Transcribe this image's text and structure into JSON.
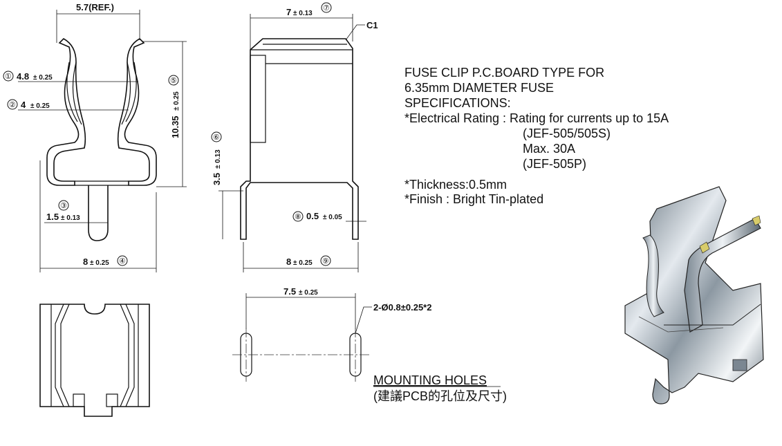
{
  "dimensions": {
    "d1": {
      "num": "①",
      "value": "4.8",
      "tol": "± 0.25"
    },
    "d2": {
      "num": "②",
      "value": "4",
      "tol": "± 0.25"
    },
    "d3": {
      "num": "③",
      "value": "1.5",
      "tol": "± 0.13"
    },
    "d4": {
      "num": "④",
      "value": "8",
      "tol": "± 0.25"
    },
    "d5": {
      "num": "⑤",
      "value": "10.35",
      "tol": "± 0.25"
    },
    "d6": {
      "num": "⑥",
      "value": "3.5",
      "tol": "± 0.13"
    },
    "d7": {
      "num": "⑦",
      "value": "7",
      "tol": "± 0.13"
    },
    "d8": {
      "num": "⑧",
      "value": "0.5",
      "tol": "± 0.05"
    },
    "d9": {
      "num": "⑨",
      "value": "8",
      "tol": "± 0.25"
    },
    "ref": "5.7(REF.)",
    "chamfer": "C1",
    "hole_spacing": {
      "value": "7.5",
      "tol": "± 0.25"
    },
    "hole_callout": "2-Ø0.8±0.25*2"
  },
  "spec": {
    "title_line1": "FUSE CLIP P.C.BOARD TYPE FOR",
    "title_line2": "6.35mm DIAMETER FUSE",
    "heading": "SPECIFICATIONS:",
    "rating_line1": "*Electrical Rating : Rating for currents up to 15A",
    "rating_line2": "(JEF-505/505S)",
    "rating_line3": "Max. 30A",
    "rating_line4": "(JEF-505P)",
    "thickness": "*Thickness:0.5mm",
    "finish": "*Finish : Bright Tin-plated"
  },
  "mounting": {
    "title": "MOUNTING HOLES",
    "note": "(建議PCB的孔位及尺寸)"
  }
}
